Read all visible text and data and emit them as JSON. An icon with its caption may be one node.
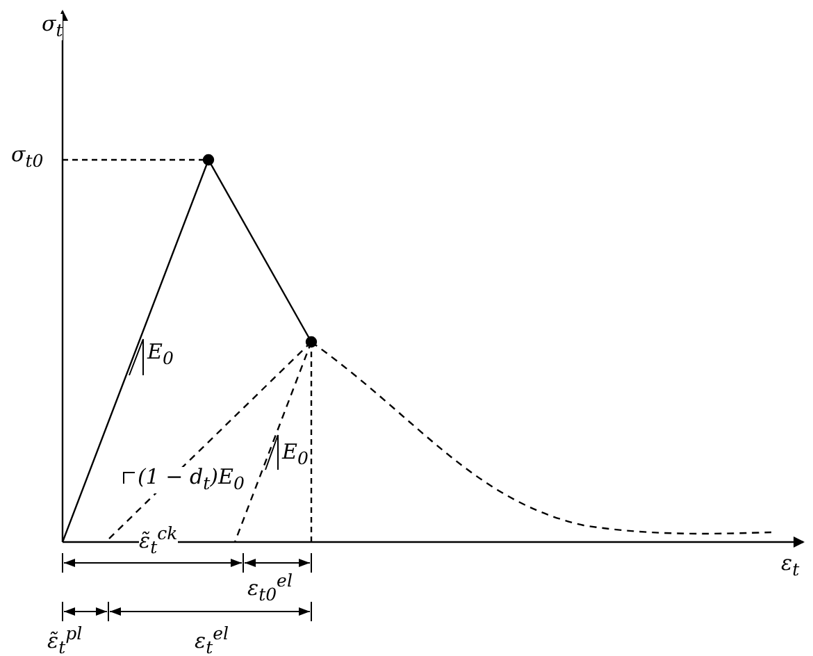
{
  "diagram": {
    "labels": [
      "σ$_{t}$",
      "σ$_{t0}$",
      "E$_{0}$",
      "E$_{0}$",
      "(1 − d$_{t}$)E$_{0}$",
      "ε̃$_{t}$$^{ck}$",
      "ε$_{t0}$$^{el}$",
      "ε$_{t}$",
      "ε̃$_{t}$$^{pl}$",
      "ε$_{t}$$^{el}$"
    ]
  }
}
